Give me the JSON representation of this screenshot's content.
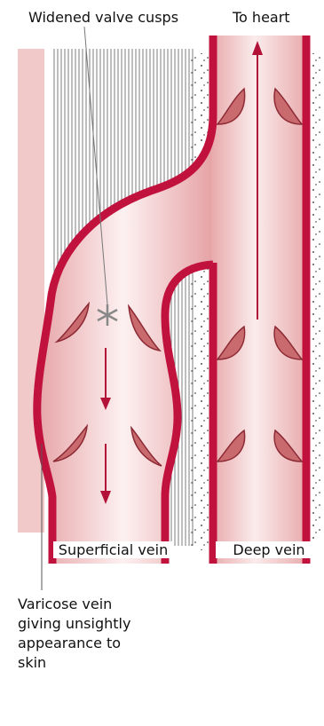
{
  "labels": {
    "widened_valve_cusps": "Widened valve cusps",
    "to_heart": "To heart",
    "superficial_vein": "Superficial vein",
    "deep_vein": "Deep vein",
    "varicose_vein": "Varicose vein giving unsightly appearance to skin"
  },
  "colors": {
    "vein_wall": "#c1123e",
    "vein_fill": "#f4cfcd",
    "vein_fill_light": "#fbeeee",
    "valve_fill": "#c96b6e",
    "arrow": "#b21238",
    "pointer_line": "#777777"
  }
}
